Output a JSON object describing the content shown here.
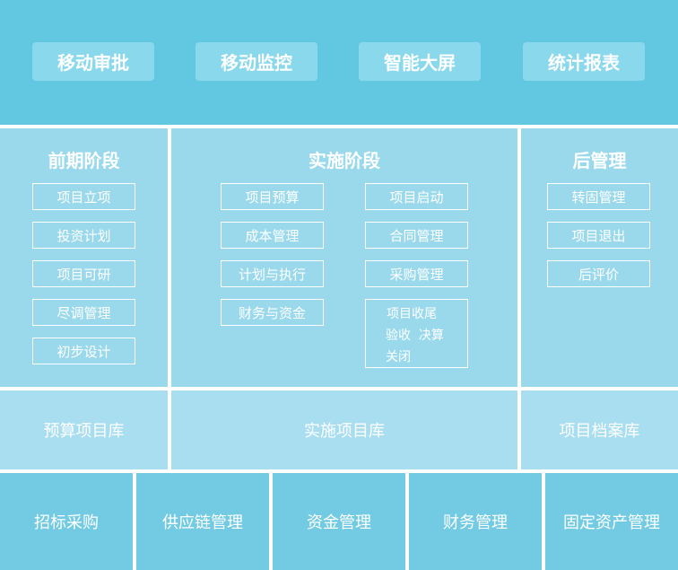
{
  "top_band": {
    "items": [
      "移动审批",
      "移动监控",
      "智能大屏",
      "统计报表"
    ]
  },
  "stages": {
    "pre": {
      "title": "前期阶段",
      "items": [
        "项目立项",
        "投资计划",
        "项目可研",
        "尽调管理",
        "初步设计"
      ]
    },
    "impl": {
      "title": "实施阶段",
      "left_items": [
        "项目预算",
        "成本管理",
        "计划与执行",
        "财务与资金"
      ],
      "right_items": [
        "项目启动",
        "合同管理",
        "采购管理"
      ],
      "closing_lines": [
        "项目收尾",
        "验收  决算",
        "关闭"
      ]
    },
    "post": {
      "title": "后管理",
      "items": [
        "转固管理",
        "项目退出",
        "后评价"
      ]
    }
  },
  "libraries": [
    "预算项目库",
    "实施项目库",
    "项目档案库"
  ],
  "bottom_modules": [
    "招标采购",
    "供应链管理",
    "资金管理",
    "财务管理",
    "固定资产管理"
  ],
  "colors": {
    "top_band": "#62c8e2",
    "pill": "#8ad8ec",
    "stage": "#9ad9ec",
    "library": "#a8def0",
    "bottom": "#73cbe3",
    "separator": "#ffffff"
  }
}
